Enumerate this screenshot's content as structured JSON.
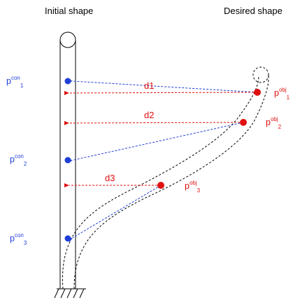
{
  "titles": {
    "initial": "Initial shape",
    "desired": "Desired shape"
  },
  "control_points": [
    {
      "base": "p",
      "sup": "con",
      "sub": "1"
    },
    {
      "base": "p",
      "sup": "con",
      "sub": "2"
    },
    {
      "base": "p",
      "sup": "con",
      "sub": "3"
    }
  ],
  "objective_points": [
    {
      "base": "p",
      "sup": "obj",
      "sub": "1"
    },
    {
      "base": "p",
      "sup": "obj",
      "sub": "2"
    },
    {
      "base": "p",
      "sup": "obj",
      "sub": "3"
    }
  ],
  "distances": [
    "d1",
    "d2",
    "d3"
  ],
  "colors": {
    "control": "#1f3fd6",
    "objective": "#e01010",
    "outline": "#000000"
  }
}
